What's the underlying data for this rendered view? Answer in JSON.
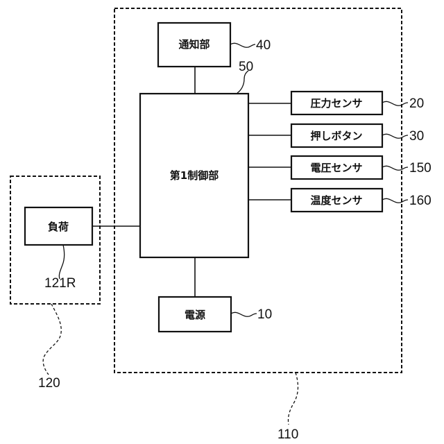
{
  "diagram": {
    "outer_blocks": {
      "main_device": {
        "ref": "110"
      },
      "external_device": {
        "ref": "120"
      }
    },
    "blocks": {
      "notify": {
        "label": "通知部",
        "ref": "40"
      },
      "controller": {
        "label": "第1制御部",
        "ref": "50"
      },
      "pressure_sensor": {
        "label": "圧力センサ",
        "ref": "20"
      },
      "push_button": {
        "label": "押しボタン",
        "ref": "30"
      },
      "voltage_sensor": {
        "label": "電圧センサ",
        "ref": "150"
      },
      "temperature_sensor": {
        "label": "温度センサ",
        "ref": "160"
      },
      "power_supply": {
        "label": "電源",
        "ref": "10"
      },
      "load": {
        "label": "負荷",
        "ref": "121R"
      }
    }
  }
}
